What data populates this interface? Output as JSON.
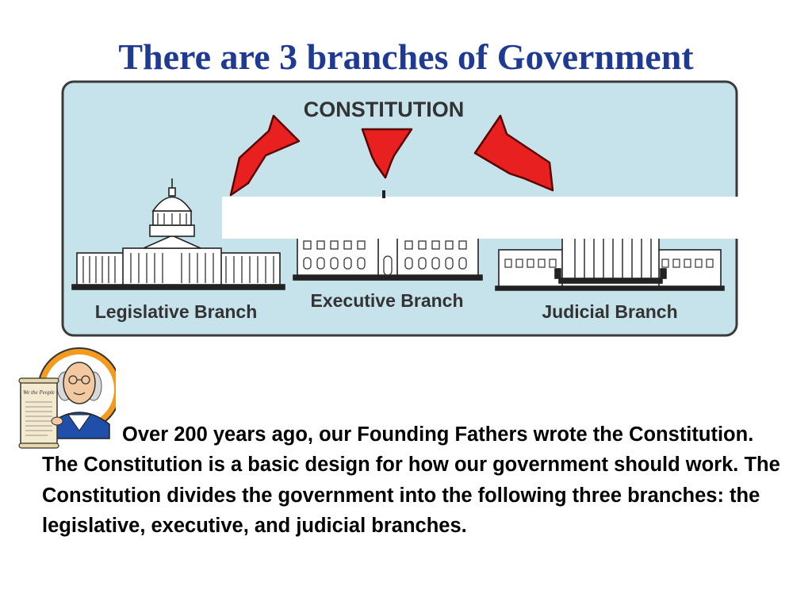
{
  "title": "There are 3 branches of Government",
  "diagram": {
    "header": "CONSTITUTION",
    "branches": [
      {
        "label": "Legislative Branch"
      },
      {
        "label": "Executive Branch"
      },
      {
        "label": "Judicial Branch"
      }
    ]
  },
  "document_label": "We the People",
  "body_text": "Over 200 years ago, our Founding Fathers wrote the Constitution.  The Constitution is a basic design for how our government should work.  The Constitution divides the government into the following three branches: the legislative, executive, and judicial branches.",
  "colors": {
    "title": "#1f3a93",
    "diagram_background": "#c6e3ec",
    "arrow": "#e8201f",
    "border": "#3a3a3a"
  }
}
